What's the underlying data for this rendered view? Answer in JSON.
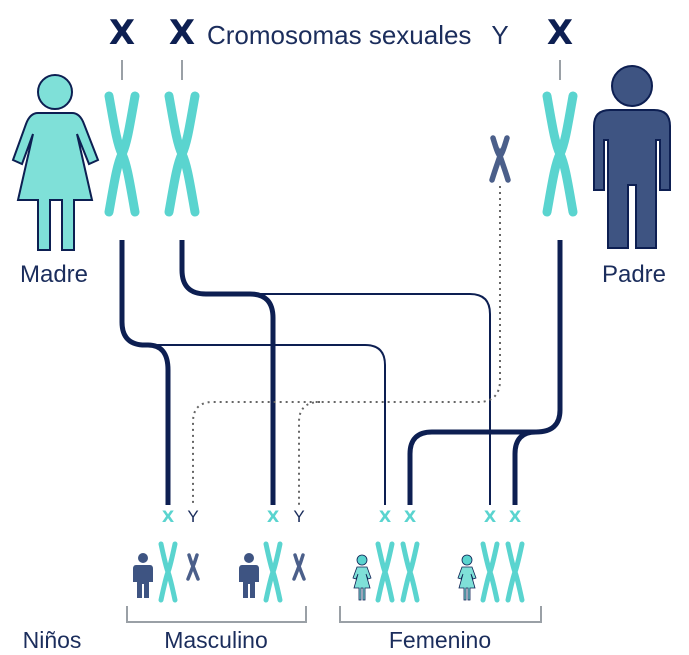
{
  "header": {
    "x_marks": [
      "X",
      "X",
      "X"
    ],
    "title": "Cromosomas sexuales",
    "y_mark": "Y"
  },
  "parents": {
    "mother_label": "Madre",
    "father_label": "Padre"
  },
  "children": {
    "row_label": "Niños",
    "male_label": "Masculino",
    "female_label": "Femenino",
    "male_1": {
      "left": "X",
      "right": "Y"
    },
    "male_2": {
      "left": "X",
      "right": "Y"
    },
    "female_1": {
      "left": "X",
      "right": "X"
    },
    "female_2": {
      "left": "X",
      "right": "X"
    }
  },
  "colors": {
    "x_chromosome": "#5ad4cf",
    "y_chromosome": "#4b5f8a",
    "father": "#3e5482",
    "mother": "#7fe0d8",
    "line": "#0d1f52"
  }
}
